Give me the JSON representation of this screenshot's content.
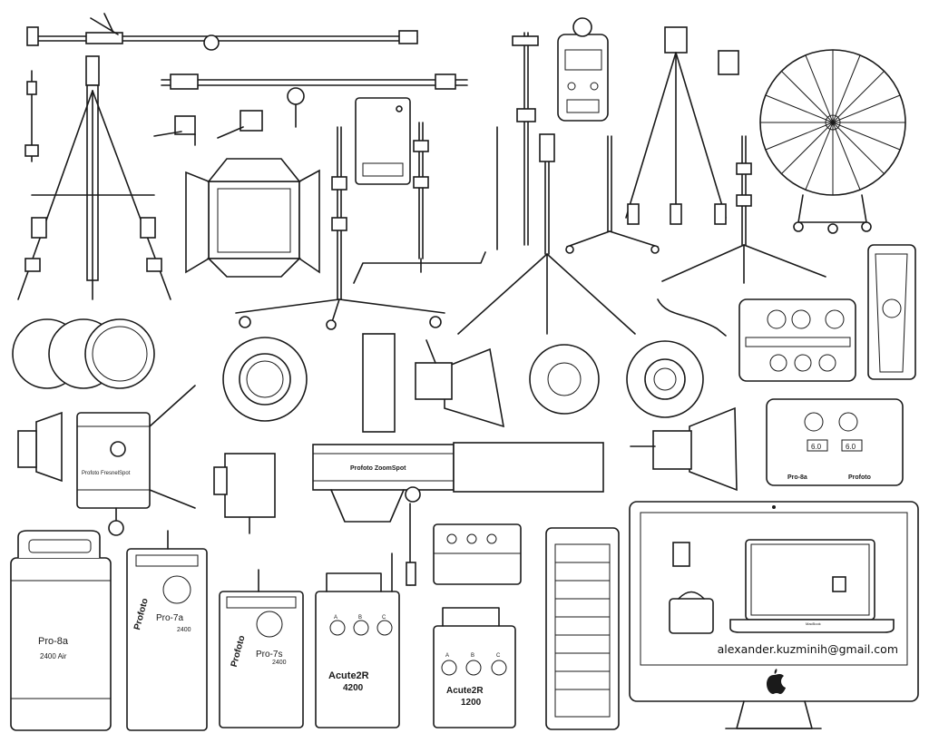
{
  "contact": {
    "email": "alexander.kuzminih@gmail.com"
  },
  "labels": {
    "fresnel_brand": "Profoto FresnelSpot",
    "zoomspot_brand": "Profoto ZoomSpot",
    "pro8a_model": "Pro-8a",
    "pro8a_spec": "2400 Air",
    "pro7a_brand": "Profoto",
    "pro7a_model": "Pro-7a",
    "pro7a_spec": "2400",
    "pro7s_brand": "Profoto",
    "pro7s_model": "Pro-7s",
    "pro7s_spec": "2400",
    "acute4200_model": "Acute2R",
    "acute4200_spec": "4200",
    "acute1200_model": "Acute2R",
    "acute1200_spec": "1200",
    "acute_port_a": "A",
    "acute_port_b": "B",
    "acute_port_c": "C",
    "pro8_pack_model": "Pro-8a",
    "pro8_pack_brand": "Profoto",
    "display_a": "6.0",
    "display_b": "6.0",
    "laptop_brand": "MacBook"
  },
  "colors": {
    "line": "#1a1a1a",
    "background": "#ffffff"
  },
  "icons": [
    "apple-logo-icon"
  ]
}
